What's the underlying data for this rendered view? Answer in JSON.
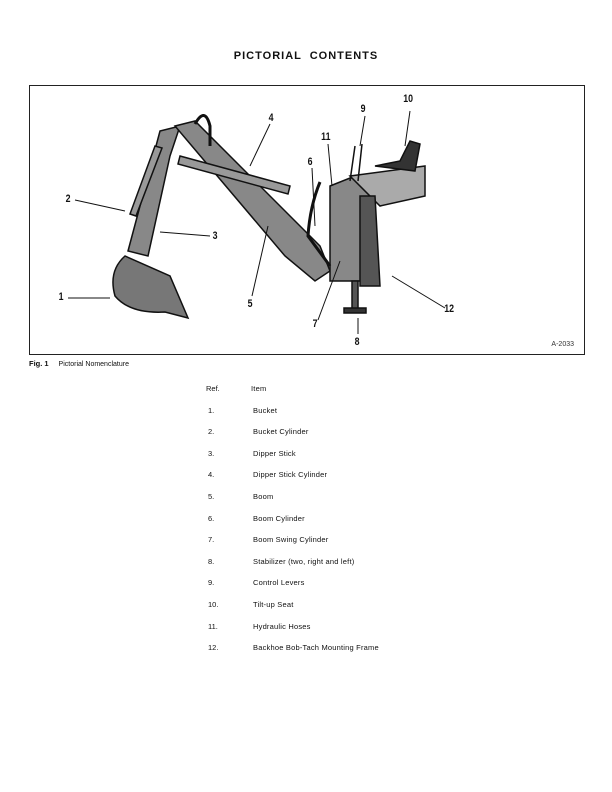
{
  "title": "PICTORIAL CONTENTS",
  "figure": {
    "code": "A-2033",
    "caption_number": "Fig. 1",
    "caption_text": "Pictorial Nomenclature",
    "callouts": [
      "1",
      "2",
      "3",
      "4",
      "5",
      "6",
      "7",
      "8",
      "9",
      "10",
      "11",
      "12"
    ]
  },
  "table": {
    "headers": {
      "ref": "Ref.",
      "item": "Item"
    },
    "rows": [
      {
        "ref": "1.",
        "item": "Bucket"
      },
      {
        "ref": "2.",
        "item": "Bucket Cylinder"
      },
      {
        "ref": "3.",
        "item": "Dipper Stick"
      },
      {
        "ref": "4.",
        "item": "Dipper Stick Cylinder"
      },
      {
        "ref": "5.",
        "item": "Boom"
      },
      {
        "ref": "6.",
        "item": "Boom Cylinder"
      },
      {
        "ref": "7.",
        "item": "Boom Swing Cylinder"
      },
      {
        "ref": "8.",
        "item": "Stabilizer (two, right and left)"
      },
      {
        "ref": "9.",
        "item": "Control Levers"
      },
      {
        "ref": "10.",
        "item": "Tilt-up Seat"
      },
      {
        "ref": "11.",
        "item": "Hydraulic Hoses"
      },
      {
        "ref": "12.",
        "item": "Backhoe Bob-Tach Mounting Frame"
      }
    ]
  }
}
